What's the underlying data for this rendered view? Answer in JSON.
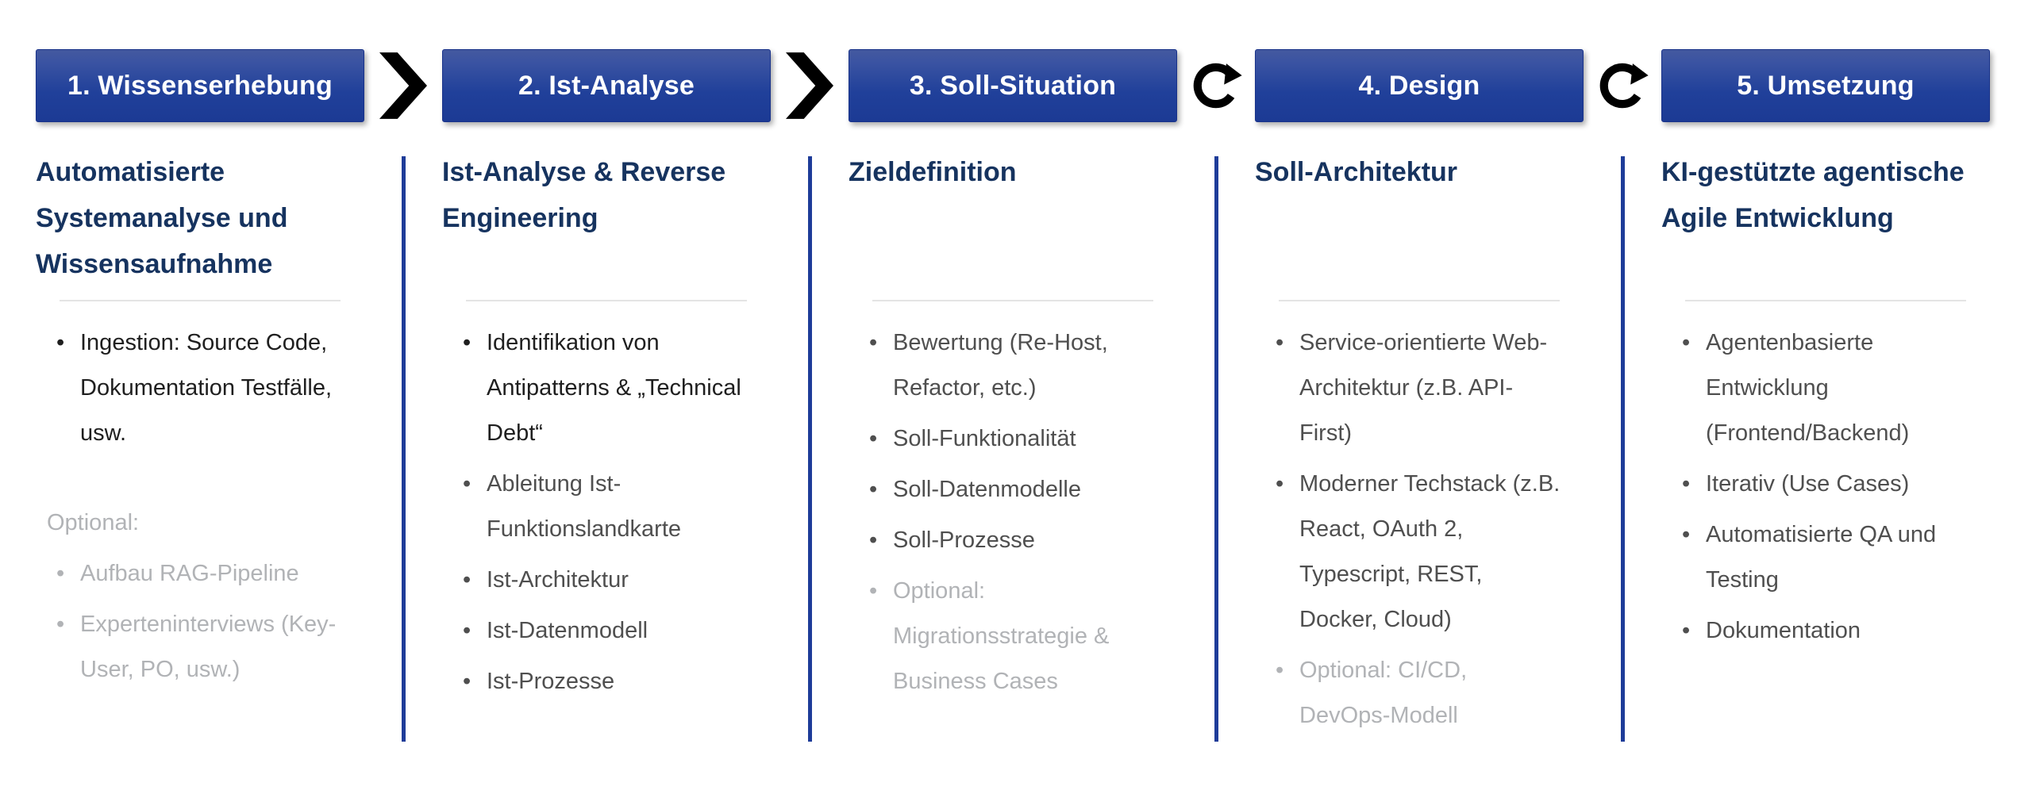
{
  "colors": {
    "header_gradient_top": "#44599f",
    "header_gradient_bottom": "#1c3a94",
    "heading_navy": "#16335f",
    "bullet_strong": "#1f1f1f",
    "bullet_normal": "#4f4f4f",
    "bullet_optional": "#b1b3b6",
    "column_separator_blue": "#1e3c99",
    "connector_black": "#000000",
    "divider_gray": "#e4e4e4",
    "header_text": "#ffffff"
  },
  "icons": {
    "chevron": "chevron-right-icon",
    "refresh": "refresh-cycle-icon"
  },
  "connectors": [
    "chevron",
    "chevron",
    "refresh",
    "refresh"
  ],
  "phases": [
    {
      "label": "1. Wissenserhebung",
      "subtitle": "Automatisierte Systemanalyse und Wissensaufnahme",
      "items": [
        {
          "text": "Ingestion: Source Code, Dokumentation Testfälle, usw.",
          "style": "strong",
          "bullet": true,
          "spaced": false
        },
        {
          "text": "Optional:",
          "style": "optional",
          "bullet": false,
          "spaced": true
        },
        {
          "text": "Aufbau RAG-Pipeline",
          "style": "optional",
          "bullet": true,
          "spaced": false
        },
        {
          "text": "Experteninterviews (Key-User, PO, usw.)",
          "style": "optional",
          "bullet": true,
          "spaced": false
        }
      ]
    },
    {
      "label": "2. Ist-Analyse",
      "subtitle": "Ist-Analyse & Reverse Engineering",
      "items": [
        {
          "text": "Identifikation von Antipatterns & „Technical Debt“",
          "style": "strong",
          "bullet": true,
          "spaced": false
        },
        {
          "text": "Ableitung Ist-Funktionslandkarte",
          "style": "normal",
          "bullet": true,
          "spaced": false
        },
        {
          "text": "Ist-Architektur",
          "style": "normal",
          "bullet": true,
          "spaced": false
        },
        {
          "text": "Ist-Datenmodell",
          "style": "normal",
          "bullet": true,
          "spaced": false
        },
        {
          "text": "Ist-Prozesse",
          "style": "normal",
          "bullet": true,
          "spaced": false
        }
      ]
    },
    {
      "label": "3. Soll-Situation",
      "subtitle": "Zieldefinition",
      "items": [
        {
          "text": "Bewertung (Re-Host, Refactor, etc.)",
          "style": "normal",
          "bullet": true,
          "spaced": false
        },
        {
          "text": "Soll-Funktionalität",
          "style": "normal",
          "bullet": true,
          "spaced": false
        },
        {
          "text": "Soll-Datenmodelle",
          "style": "normal",
          "bullet": true,
          "spaced": false
        },
        {
          "text": "Soll-Prozesse",
          "style": "normal",
          "bullet": true,
          "spaced": false
        },
        {
          "text": "Optional: Migrationsstrategie & Business Cases",
          "style": "optional",
          "bullet": true,
          "spaced": false
        }
      ]
    },
    {
      "label": "4. Design",
      "subtitle": "Soll-Architektur",
      "items": [
        {
          "text": "Service-orientierte Web-Architektur (z.B. API-First)",
          "style": "normal",
          "bullet": true,
          "spaced": false
        },
        {
          "text": "Moderner Techstack (z.B. React, OAuth 2, Typescript, REST, Docker, Cloud)",
          "style": "normal",
          "bullet": true,
          "spaced": false
        },
        {
          "text": "Optional: CI/CD, DevOps-Modell",
          "style": "optional",
          "bullet": true,
          "spaced": false
        }
      ]
    },
    {
      "label": "5. Umsetzung",
      "subtitle": "KI-gestützte agentische Agile Entwicklung",
      "items": [
        {
          "text": "Agentenbasierte Entwicklung (Frontend/Backend)",
          "style": "normal",
          "bullet": true,
          "spaced": false
        },
        {
          "text": "Iterativ (Use Cases)",
          "style": "normal",
          "bullet": true,
          "spaced": false
        },
        {
          "text": "Automatisierte QA und Testing",
          "style": "normal",
          "bullet": true,
          "spaced": false
        },
        {
          "text": "Dokumentation",
          "style": "normal",
          "bullet": true,
          "spaced": false
        }
      ]
    }
  ]
}
